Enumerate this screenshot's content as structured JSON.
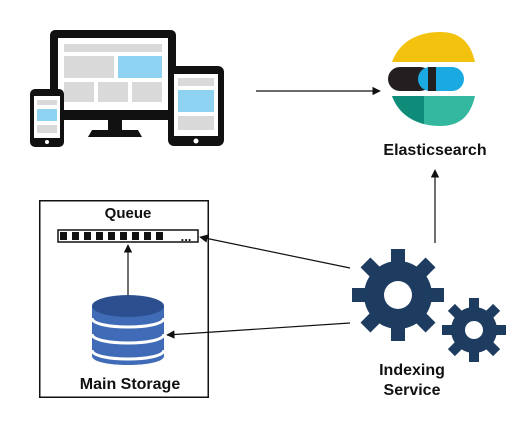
{
  "diagram": {
    "elasticsearch_label": "Elasticsearch",
    "queue_label": "Queue",
    "queue_ellipsis": "...",
    "main_storage_label": "Main Storage",
    "indexing_service_label_line1": "Indexing",
    "indexing_service_label_line2": "Service",
    "device_icons": [
      "smartphone-icon",
      "desktop-monitor-icon",
      "tablet-icon"
    ],
    "colors": {
      "device_frame": "#111111",
      "device_screen_gray": "#d9d9d9",
      "device_screen_blue": "#8fd3f2",
      "gear": "#1d3c60",
      "storage_blue": "#3f6bb7",
      "storage_dark": "#2b4f8f",
      "elastic_yellow": "#f3c20f",
      "elastic_dark": "#231f20",
      "elastic_blue": "#1ba9e1",
      "elastic_teal": "#34b79f",
      "arrow": "#111111"
    }
  }
}
